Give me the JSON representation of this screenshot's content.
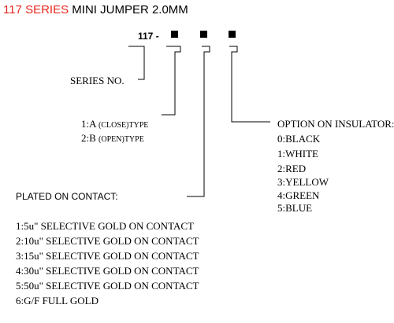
{
  "title": {
    "series": "117 SERIES",
    "rest": "MINI JUMPER 2.0MM"
  },
  "part_prefix": "117 -",
  "series_label": "SERIES NO.",
  "type_options": [
    {
      "code": "1:A",
      "desc": "(CLOSE)TYPE"
    },
    {
      "code": "2:B",
      "desc": "(OPEN)TYPE"
    }
  ],
  "plated_label": "PLATED ON CONTACT:",
  "plated_options": [
    "1:5u\" SELECTIVE GOLD ON CONTACT",
    "2:10u\" SELECTIVE GOLD ON CONTACT",
    "3:15u\" SELECTIVE GOLD ON CONTACT",
    "4:30u\" SELECTIVE GOLD ON CONTACT",
    "5:50u\" SELECTIVE GOLD ON CONTACT",
    "6:G/F FULL GOLD"
  ],
  "insulator_label": "OPTION ON INSULATOR:",
  "insulator_options": [
    "0:BLACK",
    "1:WHITE",
    "2:RED",
    "3:YELLOW",
    "4:GREEN",
    "5:BLUE"
  ],
  "colors": {
    "title_accent": "#e8261f",
    "text": "#000000",
    "line": "#000000"
  }
}
